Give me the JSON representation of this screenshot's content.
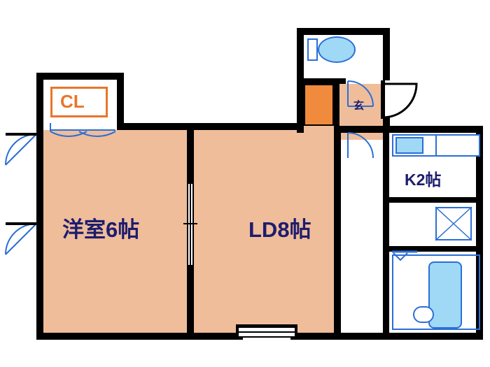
{
  "plan": {
    "title": "apartment-floor-plan",
    "colors": {
      "wall": "#000000",
      "floor": "#efbd9a",
      "label_text": "#1d1d6e",
      "closet_accent": "#e8762b",
      "fixture_blue": "#2b6fd6",
      "fixture_fill": "#9fd9f6",
      "entry_orange": "#f08a3c",
      "background": "#ffffff"
    },
    "rooms": [
      {
        "id": "washitsu",
        "label": "洋室6帖",
        "size_class": "big"
      },
      {
        "id": "living_dining",
        "label": "LD8帖",
        "size_class": "big"
      },
      {
        "id": "kitchen",
        "label": "K2帖",
        "size_class": "mid"
      },
      {
        "id": "entrance",
        "label": "玄",
        "size_class": "small"
      },
      {
        "id": "closet",
        "label": "CL",
        "size_class": "cl"
      }
    ],
    "fixtures": [
      {
        "id": "toilet",
        "name": "toilet-fixture"
      },
      {
        "id": "sink",
        "name": "kitchen-sink-fixture"
      },
      {
        "id": "stove",
        "name": "stove-fixture"
      },
      {
        "id": "washer",
        "name": "washing-machine-space"
      },
      {
        "id": "bathtub",
        "name": "bathtub-fixture"
      },
      {
        "id": "vanity",
        "name": "vanity-basin-fixture"
      }
    ],
    "doors": [
      {
        "id": "entry-door",
        "name": "entrance-door"
      },
      {
        "id": "closet-door",
        "name": "closet-double-door"
      },
      {
        "id": "washitsu-door",
        "name": "bedroom-door"
      },
      {
        "id": "balcony-window-left",
        "name": "window-left"
      },
      {
        "id": "balcony-window-bottom",
        "name": "window-bottom"
      },
      {
        "id": "toilet-door",
        "name": "toilet-door"
      },
      {
        "id": "bath-door",
        "name": "bath-door"
      },
      {
        "id": "sliding-partition",
        "name": "sliding-partition"
      }
    ]
  }
}
